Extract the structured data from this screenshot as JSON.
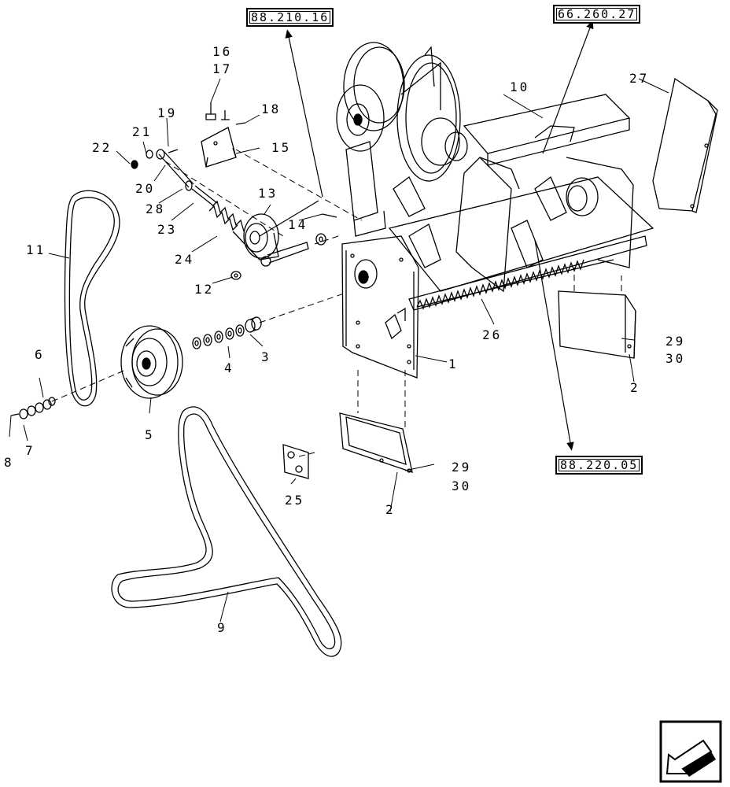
{
  "references": {
    "r1": "88.210.16",
    "r2": "66.260.27",
    "r3": "88.220.05"
  },
  "callouts": {
    "c1": "1",
    "c2a": "2",
    "c2b": "2",
    "c3": "3",
    "c4": "4",
    "c5": "5",
    "c6": "6",
    "c7": "7",
    "c8": "8",
    "c9": "9",
    "c10": "10",
    "c11": "11",
    "c12": "12",
    "c13": "13",
    "c14": "14",
    "c15": "15",
    "c16": "16",
    "c17": "17",
    "c18": "18",
    "c19": "19",
    "c20": "20",
    "c21": "21",
    "c22": "22",
    "c23": "23",
    "c24": "24",
    "c25": "25",
    "c26": "26",
    "c27": "27",
    "c28": "28",
    "c29a": "29",
    "c30a": "30",
    "c29b": "29",
    "c30b": "30"
  },
  "icons": {
    "nav": "next-page-arrow-icon"
  }
}
